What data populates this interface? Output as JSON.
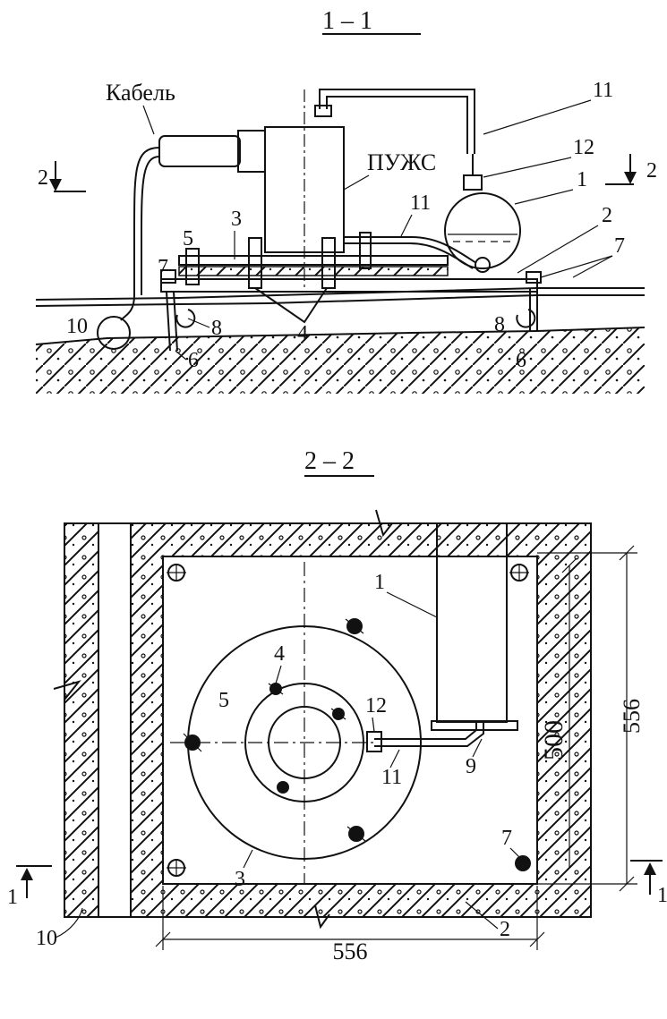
{
  "section_top": {
    "title": "1 – 1",
    "cable_label": "Кабель",
    "device_label": "ПУЖС"
  },
  "section_bottom": {
    "title": "2 – 2"
  },
  "section_marks": {
    "top_left": "2",
    "top_right": "2",
    "bottom_left": "1",
    "bottom_right": "1"
  },
  "callouts_top": [
    "11",
    "12",
    "1",
    "2",
    "7",
    "5",
    "3",
    "11",
    "7",
    "10",
    "8",
    "4",
    "8",
    "6",
    "6"
  ],
  "callouts_bottom": [
    "1",
    "4",
    "5",
    "12",
    "11",
    "9",
    "3",
    "7",
    "10",
    "2"
  ],
  "dimensions": {
    "right_outer": "556",
    "right_inner": "500",
    "bottom": "556"
  }
}
